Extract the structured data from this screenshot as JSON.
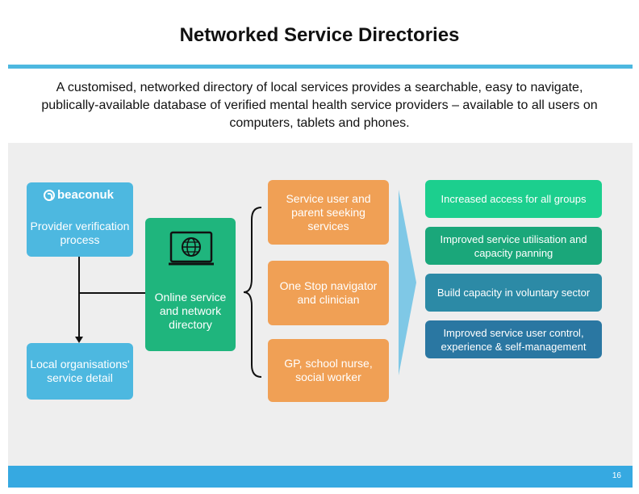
{
  "header": {
    "title": "Networked Service Directories",
    "subtitle": "A customised, networked directory of local services provides a searchable, easy to navigate, publically-available database of verified mental health service providers – available to all users on computers, tablets and phones."
  },
  "left": {
    "logo_text": "beaconuk",
    "provider_box": "Provider verification process",
    "local_box": "Local organisations' service detail"
  },
  "middle": {
    "online_box": "Online service and network directory"
  },
  "users": {
    "items": [
      "Service user and parent seeking services",
      "One Stop navigator and clinician",
      "GP, school nurse, social worker"
    ]
  },
  "outcomes": {
    "items": [
      "Increased access for all groups",
      "Improved service utilisation and capacity panning",
      "Build capacity in voluntary sector",
      "Improved service user control, experience & self-management"
    ]
  },
  "footer": {
    "page_number": "16"
  },
  "colors": {
    "accent_blue": "#36a9e1",
    "green": "#1fb57d",
    "orange": "#f0a055",
    "teal": "#1aa77a",
    "dark_teal": "#2a77a2"
  },
  "icons": [
    "beacon-logo-icon",
    "laptop-globe-icon",
    "arrow-down-icon",
    "brace-icon",
    "chevron-arrow-icon"
  ]
}
